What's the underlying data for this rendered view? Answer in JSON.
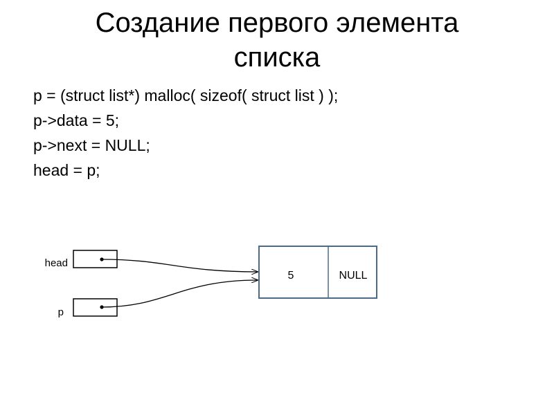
{
  "title": {
    "line1": "Создание первого элемента",
    "line2": "списка"
  },
  "code": [
    "p = (struct list*) malloc( sizeof( struct list ) );",
    "p->data = 5;",
    "p->next = NULL;",
    "head = p;"
  ],
  "diagram": {
    "pointers": [
      {
        "label": "head"
      },
      {
        "label": "p"
      }
    ],
    "node": {
      "data": "5",
      "next": "NULL"
    },
    "colors": {
      "node_border": "#4a6a8a",
      "line": "#000000"
    }
  }
}
